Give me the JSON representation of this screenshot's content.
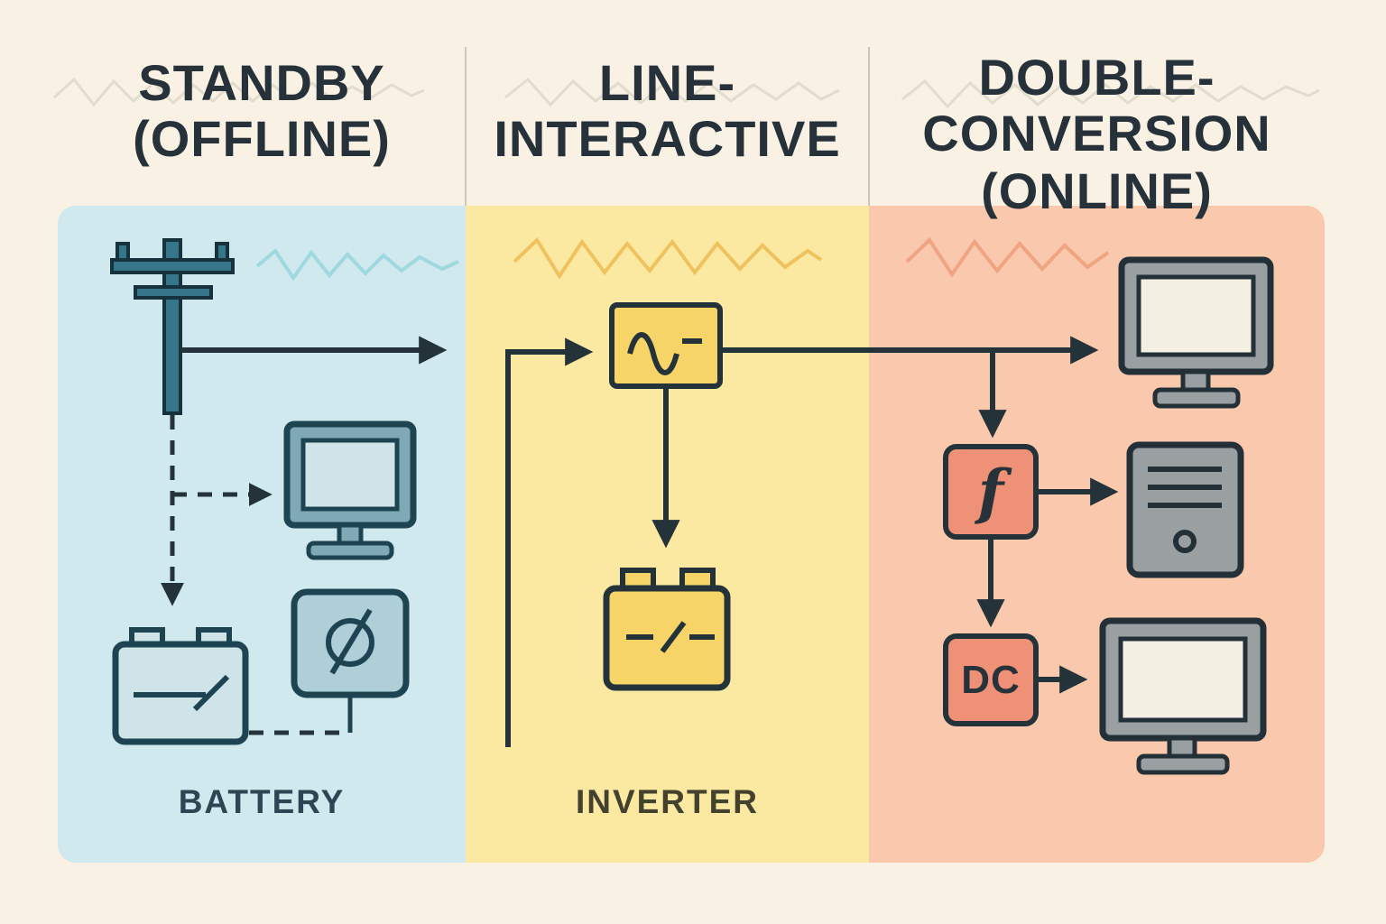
{
  "header": {
    "columns": [
      {
        "id": "standby",
        "line1": "STANDBY",
        "line2": "(OFFLINE)"
      },
      {
        "id": "line_interactive",
        "line1": "LINE-",
        "line2": "INTERACTIVE"
      },
      {
        "id": "double_conversion",
        "line1": "DOUBLE-",
        "line2": "CONVERSION",
        "line3": "(ONLINE)"
      }
    ]
  },
  "panels": {
    "standby": {
      "caption": "BATTERY"
    },
    "line_interactive": {
      "caption": "INVERTER"
    },
    "double_conversion": {
      "rectifier_label": "f",
      "dc_label": "DC"
    }
  },
  "icons": {
    "standby": [
      "utility-pole-icon",
      "monitor-icon",
      "battery-icon",
      "power-switch-icon"
    ],
    "line_interactive": [
      "avr-regulator-box",
      "battery-icon"
    ],
    "double_conversion": [
      "monitor-icon",
      "rectifier-box",
      "computer-tower-icon",
      "dc-box",
      "monitor-icon"
    ]
  },
  "colors": {
    "background": "#f8f1e4",
    "panel_standby": "#cfe9ef",
    "panel_line_interactive": "#fbe9a1",
    "panel_double_conversion": "#f9c8ad",
    "ink": "#243239",
    "teal_stroke": "#1d4450",
    "teal_fill": "#cfe4e9",
    "teal_mid": "#7fa9b4",
    "yellow_box": "#f6d468",
    "salmon_box": "#ef9177",
    "gray_device": "#9aa0a2",
    "screen": "#f4efe3"
  }
}
